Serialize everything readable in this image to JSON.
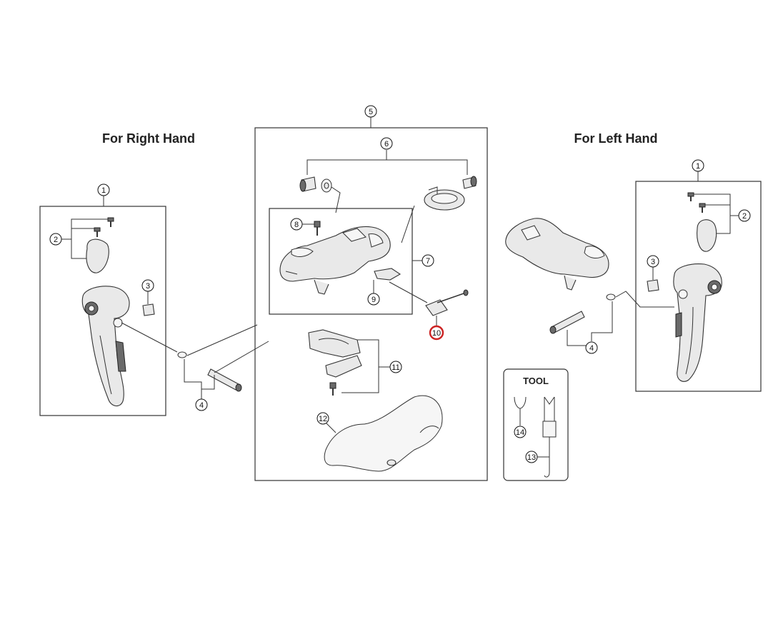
{
  "titles": {
    "right_hand": "For Right Hand",
    "left_hand": "For Left Hand",
    "tool": "TOOL"
  },
  "callouts": {
    "c1_right": "1",
    "c2_right": "2",
    "c3_right": "3",
    "c4_right": "4",
    "c5": "5",
    "c6": "6",
    "c7": "7",
    "c8": "8",
    "c9": "9",
    "c10": "10",
    "c11": "11",
    "c12": "12",
    "c13": "13",
    "c14": "14",
    "c1_left": "1",
    "c2_left": "2",
    "c3_left": "3",
    "c4_left": "4"
  },
  "highlight": {
    "callout": "10",
    "color": "#cc2222"
  }
}
